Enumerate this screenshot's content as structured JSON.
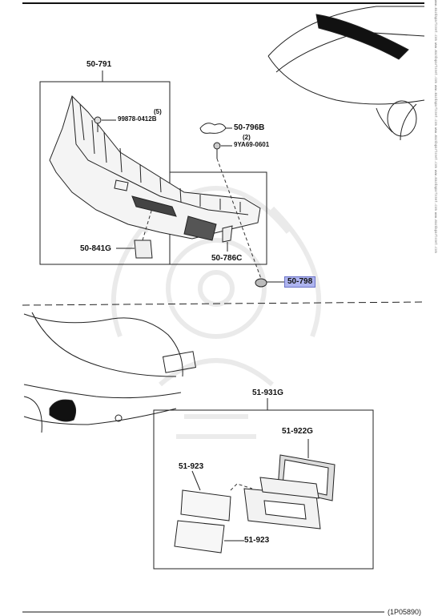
{
  "labels": {
    "cowl_assembly": "50-791",
    "screw_qty": "(5)",
    "screw": "99878-0412B",
    "seal_cap": "50-796B",
    "clip_qty": "(2)",
    "clip": "9YA69-0601",
    "bracket": "50-841G",
    "cowl_seal": "50-786C",
    "highlighted_part": "50-798",
    "lamp_assembly": "51-931G",
    "lamp_gasket": "51-922G",
    "lens_top": "51-923",
    "lens_bottom": "51-923"
  },
  "footer": {
    "code": "(1P05890)"
  },
  "edge_strip": "www.mazdapartsnet.com www.mazdapartsnet.com www.mazdapartsnet.com www.mazdapartsnet.com www.mazdapartsnet.com www.mazdapartsnet.com",
  "colors": {
    "highlight": "#aeb4ef",
    "ink": "#111111"
  }
}
